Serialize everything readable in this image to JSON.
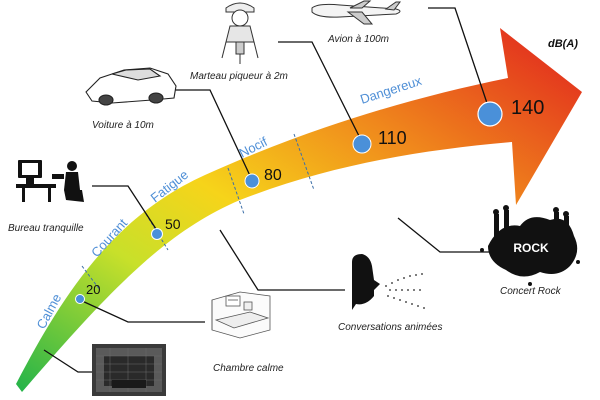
{
  "unit_label": "dB(A)",
  "colors": {
    "gradient_start": "#22b34a",
    "gradient_mid1": "#c8e02a",
    "gradient_mid2": "#f6d41a",
    "gradient_mid3": "#f08a1c",
    "gradient_end": "#e0201e",
    "zone_text": "#4f8fd6",
    "marker": "#4a90d9",
    "leader": "#111111"
  },
  "zones": [
    {
      "label": "Calme"
    },
    {
      "label": "Courant"
    },
    {
      "label": "Fatigue"
    },
    {
      "label": "Nocif"
    },
    {
      "label": "Dangereux"
    }
  ],
  "levels": [
    {
      "value": "20"
    },
    {
      "value": "50"
    },
    {
      "value": "80"
    },
    {
      "value": "110"
    },
    {
      "value": "140"
    }
  ],
  "sources": [
    {
      "caption": "Chambre calme",
      "icon": "bedroom-photo-icon"
    },
    {
      "caption": "Bureau tranquille",
      "icon": "office-worker-icon"
    },
    {
      "caption": "Voiture à 10m",
      "icon": "car-icon"
    },
    {
      "caption": "Marteau piqueur à 2m",
      "icon": "jackhammer-worker-icon"
    },
    {
      "caption": "Avion à 100m",
      "icon": "airplane-icon"
    },
    {
      "caption": "Conversations animées",
      "icon": "shouting-head-icon"
    },
    {
      "caption": "Concert Rock",
      "icon": "rock-concert-icon"
    },
    {
      "caption": "",
      "icon": "anechoic-chamber-photo-icon"
    }
  ],
  "concert_logo_text": "ROCK"
}
